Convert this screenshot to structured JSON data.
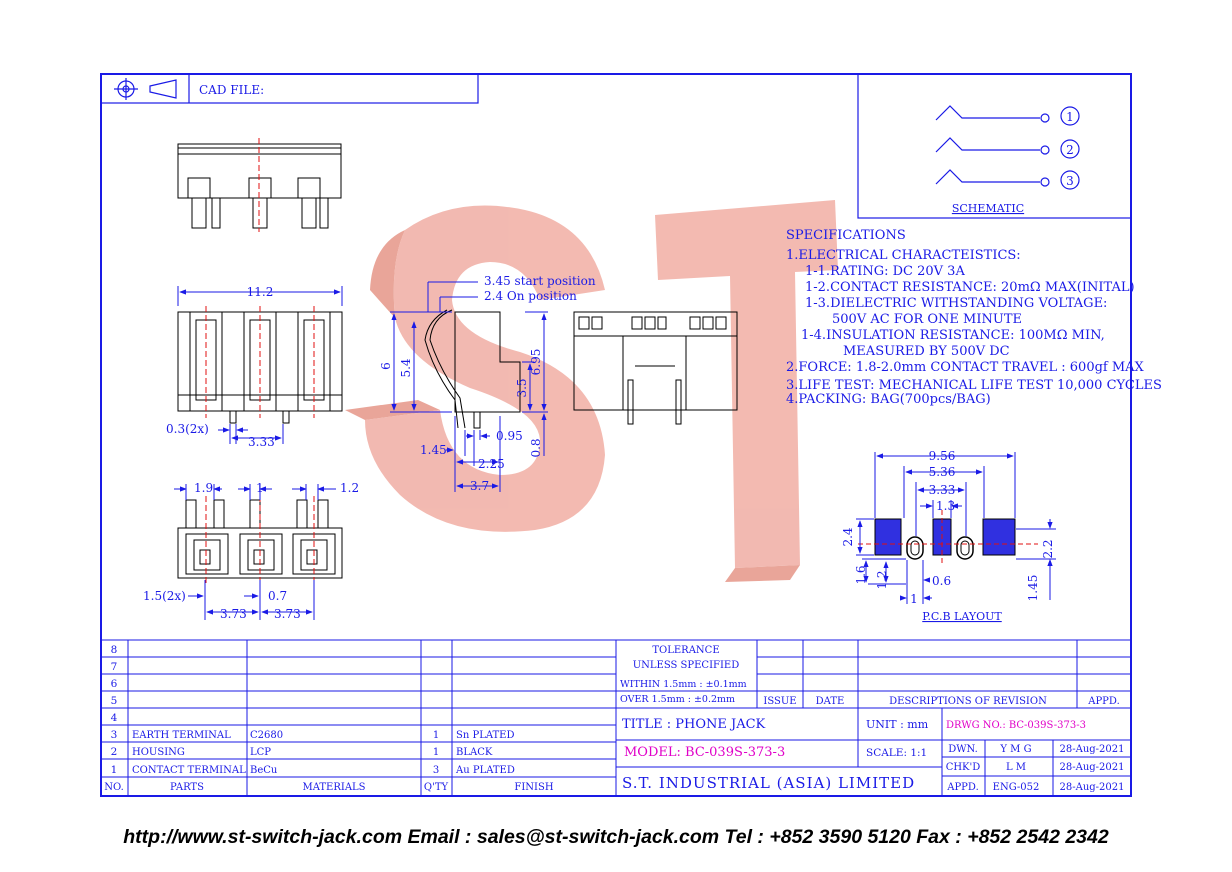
{
  "header": {
    "cad_file": "CAD FILE:"
  },
  "watermark": "ST",
  "schematic": {
    "pins": [
      "1",
      "2",
      "3"
    ],
    "label": "SCHEMATIC"
  },
  "specifications": {
    "title": "SPECIFICATIONS",
    "lines": [
      "1.ELECTRICAL CHARACTEISTICS:",
      "1-1.RATING: DC 20V 3A",
      "1-2.CONTACT RESISTANCE: 20mΩ MAX(INITAL)",
      "1-3.DIELECTRIC WITHSTANDING VOLTAGE:",
      "500V AC FOR ONE MINUTE",
      "1-4.INSULATION RESISTANCE: 100MΩ MIN,",
      "MEASURED BY 500V DC",
      "2.FORCE: 1.8-2.0mm CONTACT TRAVEL : 600gf MAX",
      "3.LIFE TEST: MECHANICAL LIFE TEST 10,000 CYCLES",
      "4.PACKING: BAG(700pcs/BAG)"
    ]
  },
  "dimensions": {
    "front": {
      "width": "11.2",
      "pin_width": "0.3(2x)",
      "pitch": "3.33"
    },
    "side": {
      "start_position": "3.45 start position",
      "on_position": "2.4 On position",
      "h6": "6",
      "h54": "5.4",
      "h35": "3.5",
      "h695": "6.95",
      "h08": "0.8",
      "w145": "1.45",
      "w095": "0.95",
      "w225": "2.25",
      "w37": "3.7"
    },
    "bottom": {
      "d19": "1.9",
      "d1": "1",
      "d12": "1.2",
      "d15": "1.5(2x)",
      "d07": "0.7",
      "d373a": "3.73",
      "d373b": "3.73"
    },
    "pcb": {
      "d956": "9.56",
      "d536": "5.36",
      "d333": "3.33",
      "d13": "1.3",
      "d24": "2.4",
      "d22": "2.2",
      "d16": "1.6",
      "d12": "1.2",
      "d06": "0.6",
      "d1": "1",
      "d145": "1.45",
      "label": "P.C.B LAYOUT"
    }
  },
  "bom": {
    "row_numbers": [
      "8",
      "7",
      "6",
      "5",
      "4",
      "3",
      "2",
      "1"
    ],
    "rows": [
      {
        "no": "3",
        "part": "EARTH TERMINAL",
        "material": "C2680",
        "qty": "1",
        "finish": "Sn PLATED"
      },
      {
        "no": "2",
        "part": "HOUSING",
        "material": "LCP",
        "qty": "1",
        "finish": "BLACK"
      },
      {
        "no": "1",
        "part": "CONTACT TERMINAL",
        "material": "BeCu",
        "qty": "3",
        "finish": "Au PLATED"
      }
    ],
    "headers": {
      "no": "NO.",
      "parts": "PARTS",
      "materials": "MATERIALS",
      "qty": "Q'TY",
      "finish": "FINISH"
    }
  },
  "tolerance": {
    "title": "TOLERANCE",
    "subtitle": "UNLESS SPECIFIED",
    "within": "WITHIN  1.5mm : ±0.1mm",
    "over": "OVER    1.5mm : ±0.2mm"
  },
  "revision": {
    "issue": "ISSUE",
    "date": "DATE",
    "descriptions": "DESCRIPTIONS OF REVISION",
    "appd": "APPD."
  },
  "title_block": {
    "title": "TITLE : PHONE JACK",
    "unit": "UNIT :  mm",
    "drawing_no": "DRWG NO.: BC-039S-373-3",
    "model": "MODEL: BC-039S-373-3",
    "scale": "SCALE:   1:1",
    "company": "S.T. INDUSTRIAL (ASIA) LIMITED",
    "dwn_label": "DWN.",
    "dwn_value": "Y M G",
    "dwn_date": "28-Aug-2021",
    "chkd_label": "CHK'D",
    "chkd_value": "L M",
    "chkd_date": "28-Aug-2021",
    "appd_label": "APPD.",
    "appd_value": "ENG-052",
    "appd_date": "28-Aug-2021"
  },
  "colors": {
    "frame": "#1a1ae6",
    "watermark": "#f2b6ad",
    "center_line": "#e01010",
    "magenta": "#e000c8"
  },
  "footer": "http://www.st-switch-jack.com  Email : sales@st-switch-jack.com  Tel : +852 3590 5120  Fax : +852 2542 2342"
}
